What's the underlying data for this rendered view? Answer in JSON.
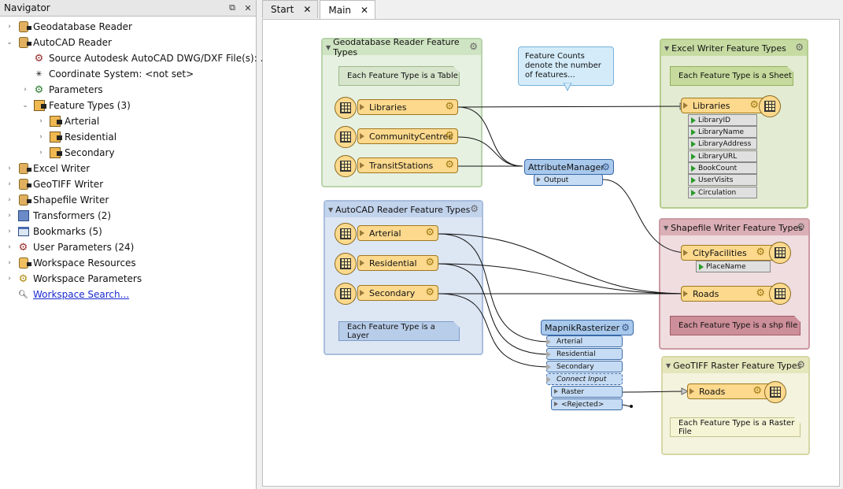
{
  "navigator": {
    "title": "Navigator",
    "items": [
      {
        "label": "Geodatabase Reader"
      },
      {
        "label": "AutoCAD Reader"
      },
      {
        "label": "Source Autodesk AutoCAD DWG/DXF File(s): ..."
      },
      {
        "label": "Coordinate System: <not set>"
      },
      {
        "label": "Parameters"
      },
      {
        "label": "Feature Types (3)"
      },
      {
        "label": "Arterial"
      },
      {
        "label": "Residential"
      },
      {
        "label": "Secondary"
      },
      {
        "label": "Excel Writer"
      },
      {
        "label": "GeoTIFF Writer"
      },
      {
        "label": "Shapefile Writer"
      },
      {
        "label": "Transformers (2)"
      },
      {
        "label": "Bookmarks (5)"
      },
      {
        "label": "User Parameters (24)"
      },
      {
        "label": "Workspace Resources"
      },
      {
        "label": "Workspace Parameters"
      },
      {
        "label": "Workspace Search..."
      }
    ]
  },
  "tabs": [
    {
      "label": "Start"
    },
    {
      "label": "Main"
    }
  ],
  "canvas": {
    "bookmarks": {
      "gdb": {
        "title": "Geodatabase Reader Feature Types",
        "note": "Each Feature Type is a Table"
      },
      "acad": {
        "title": "AutoCAD Reader Feature Types",
        "note": "Each Feature Type is a Layer"
      },
      "excel": {
        "title": "Excel Writer Feature Types",
        "note": "Each Feature Type is a Sheet"
      },
      "shp": {
        "title": "Shapefile Writer Feature Types",
        "note": "Each Feature Type is a shp file"
      },
      "geotiff": {
        "title": "GeoTIFF Raster Feature Types",
        "note": "Each Feature Type is a Raster File"
      }
    },
    "callout": "Feature Counts denote the number of features...",
    "gdb_features": [
      "Libraries",
      "CommunityCentres",
      "TransitStations"
    ],
    "acad_features": [
      "Arterial",
      "Residential",
      "Secondary"
    ],
    "excel_feature": "Libraries",
    "excel_attrs": [
      "LibraryID",
      "LibraryName",
      "LibraryAddress",
      "LibraryURL",
      "BookCount",
      "UserVisits",
      "Circulation"
    ],
    "shp_features": [
      "CityFacilities",
      "Roads"
    ],
    "shp_attrs": [
      "PlaceName"
    ],
    "attribute_manager": {
      "name": "AttributeManager",
      "output": "Output"
    },
    "mapnik": {
      "name": "MapnikRasterizer",
      "inputs": [
        "Arterial",
        "Residential",
        "Secondary"
      ],
      "connect": "Connect Input",
      "outputs": [
        "Raster",
        "<Rejected>"
      ]
    },
    "geotiff_feature": "Roads"
  }
}
